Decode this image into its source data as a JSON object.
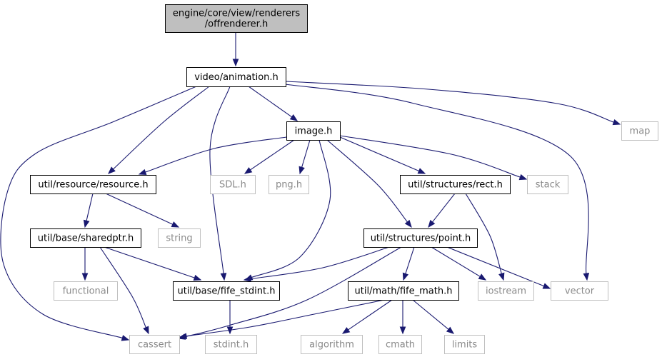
{
  "graph": {
    "colors": {
      "root_fill": "#bfbfbf",
      "node_stroke": "#000000",
      "external_stroke": "#bfbfbf",
      "edge": "#191970"
    },
    "nodes": [
      {
        "id": "offrenderer",
        "lines": [
          "engine/core/view/renderers",
          "/offrenderer.h"
        ],
        "kind": "root"
      },
      {
        "id": "animation",
        "lines": [
          "video/animation.h"
        ],
        "kind": "local"
      },
      {
        "id": "image",
        "lines": [
          "image.h"
        ],
        "kind": "local"
      },
      {
        "id": "map",
        "lines": [
          "map"
        ],
        "kind": "external"
      },
      {
        "id": "resource",
        "lines": [
          "util/resource/resource.h"
        ],
        "kind": "local"
      },
      {
        "id": "sdl",
        "lines": [
          "SDL.h"
        ],
        "kind": "external"
      },
      {
        "id": "png",
        "lines": [
          "png.h"
        ],
        "kind": "external"
      },
      {
        "id": "rect",
        "lines": [
          "util/structures/rect.h"
        ],
        "kind": "local"
      },
      {
        "id": "stack",
        "lines": [
          "stack"
        ],
        "kind": "external"
      },
      {
        "id": "sharedptr",
        "lines": [
          "util/base/sharedptr.h"
        ],
        "kind": "local"
      },
      {
        "id": "string",
        "lines": [
          "string"
        ],
        "kind": "external"
      },
      {
        "id": "point",
        "lines": [
          "util/structures/point.h"
        ],
        "kind": "local"
      },
      {
        "id": "functional",
        "lines": [
          "functional"
        ],
        "kind": "external"
      },
      {
        "id": "fife_stdint",
        "lines": [
          "util/base/fife_stdint.h"
        ],
        "kind": "local"
      },
      {
        "id": "fife_math",
        "lines": [
          "util/math/fife_math.h"
        ],
        "kind": "local"
      },
      {
        "id": "iostream",
        "lines": [
          "iostream"
        ],
        "kind": "external"
      },
      {
        "id": "vector",
        "lines": [
          "vector"
        ],
        "kind": "external"
      },
      {
        "id": "cassert",
        "lines": [
          "cassert"
        ],
        "kind": "external"
      },
      {
        "id": "stdint",
        "lines": [
          "stdint.h"
        ],
        "kind": "external"
      },
      {
        "id": "algorithm",
        "lines": [
          "algorithm"
        ],
        "kind": "external"
      },
      {
        "id": "cmath",
        "lines": [
          "cmath"
        ],
        "kind": "external"
      },
      {
        "id": "limits",
        "lines": [
          "limits"
        ],
        "kind": "external"
      }
    ],
    "edges": [
      {
        "from": "offrenderer",
        "to": "animation"
      },
      {
        "from": "animation",
        "to": "image"
      },
      {
        "from": "animation",
        "to": "map"
      },
      {
        "from": "animation",
        "to": "resource"
      },
      {
        "from": "animation",
        "to": "fife_stdint"
      },
      {
        "from": "animation",
        "to": "vector"
      },
      {
        "from": "animation",
        "to": "cassert"
      },
      {
        "from": "image",
        "to": "resource"
      },
      {
        "from": "image",
        "to": "sdl"
      },
      {
        "from": "image",
        "to": "png"
      },
      {
        "from": "image",
        "to": "rect"
      },
      {
        "from": "image",
        "to": "stack"
      },
      {
        "from": "image",
        "to": "point"
      },
      {
        "from": "image",
        "to": "fife_stdint"
      },
      {
        "from": "resource",
        "to": "sharedptr"
      },
      {
        "from": "resource",
        "to": "string"
      },
      {
        "from": "rect",
        "to": "point"
      },
      {
        "from": "rect",
        "to": "iostream"
      },
      {
        "from": "sharedptr",
        "to": "functional"
      },
      {
        "from": "sharedptr",
        "to": "fife_stdint"
      },
      {
        "from": "sharedptr",
        "to": "cassert"
      },
      {
        "from": "point",
        "to": "fife_stdint"
      },
      {
        "from": "point",
        "to": "fife_math"
      },
      {
        "from": "point",
        "to": "iostream"
      },
      {
        "from": "point",
        "to": "vector"
      },
      {
        "from": "point",
        "to": "cassert"
      },
      {
        "from": "fife_stdint",
        "to": "stdint"
      },
      {
        "from": "fife_math",
        "to": "cassert"
      },
      {
        "from": "fife_math",
        "to": "algorithm"
      },
      {
        "from": "fife_math",
        "to": "cmath"
      },
      {
        "from": "fife_math",
        "to": "limits"
      }
    ]
  }
}
